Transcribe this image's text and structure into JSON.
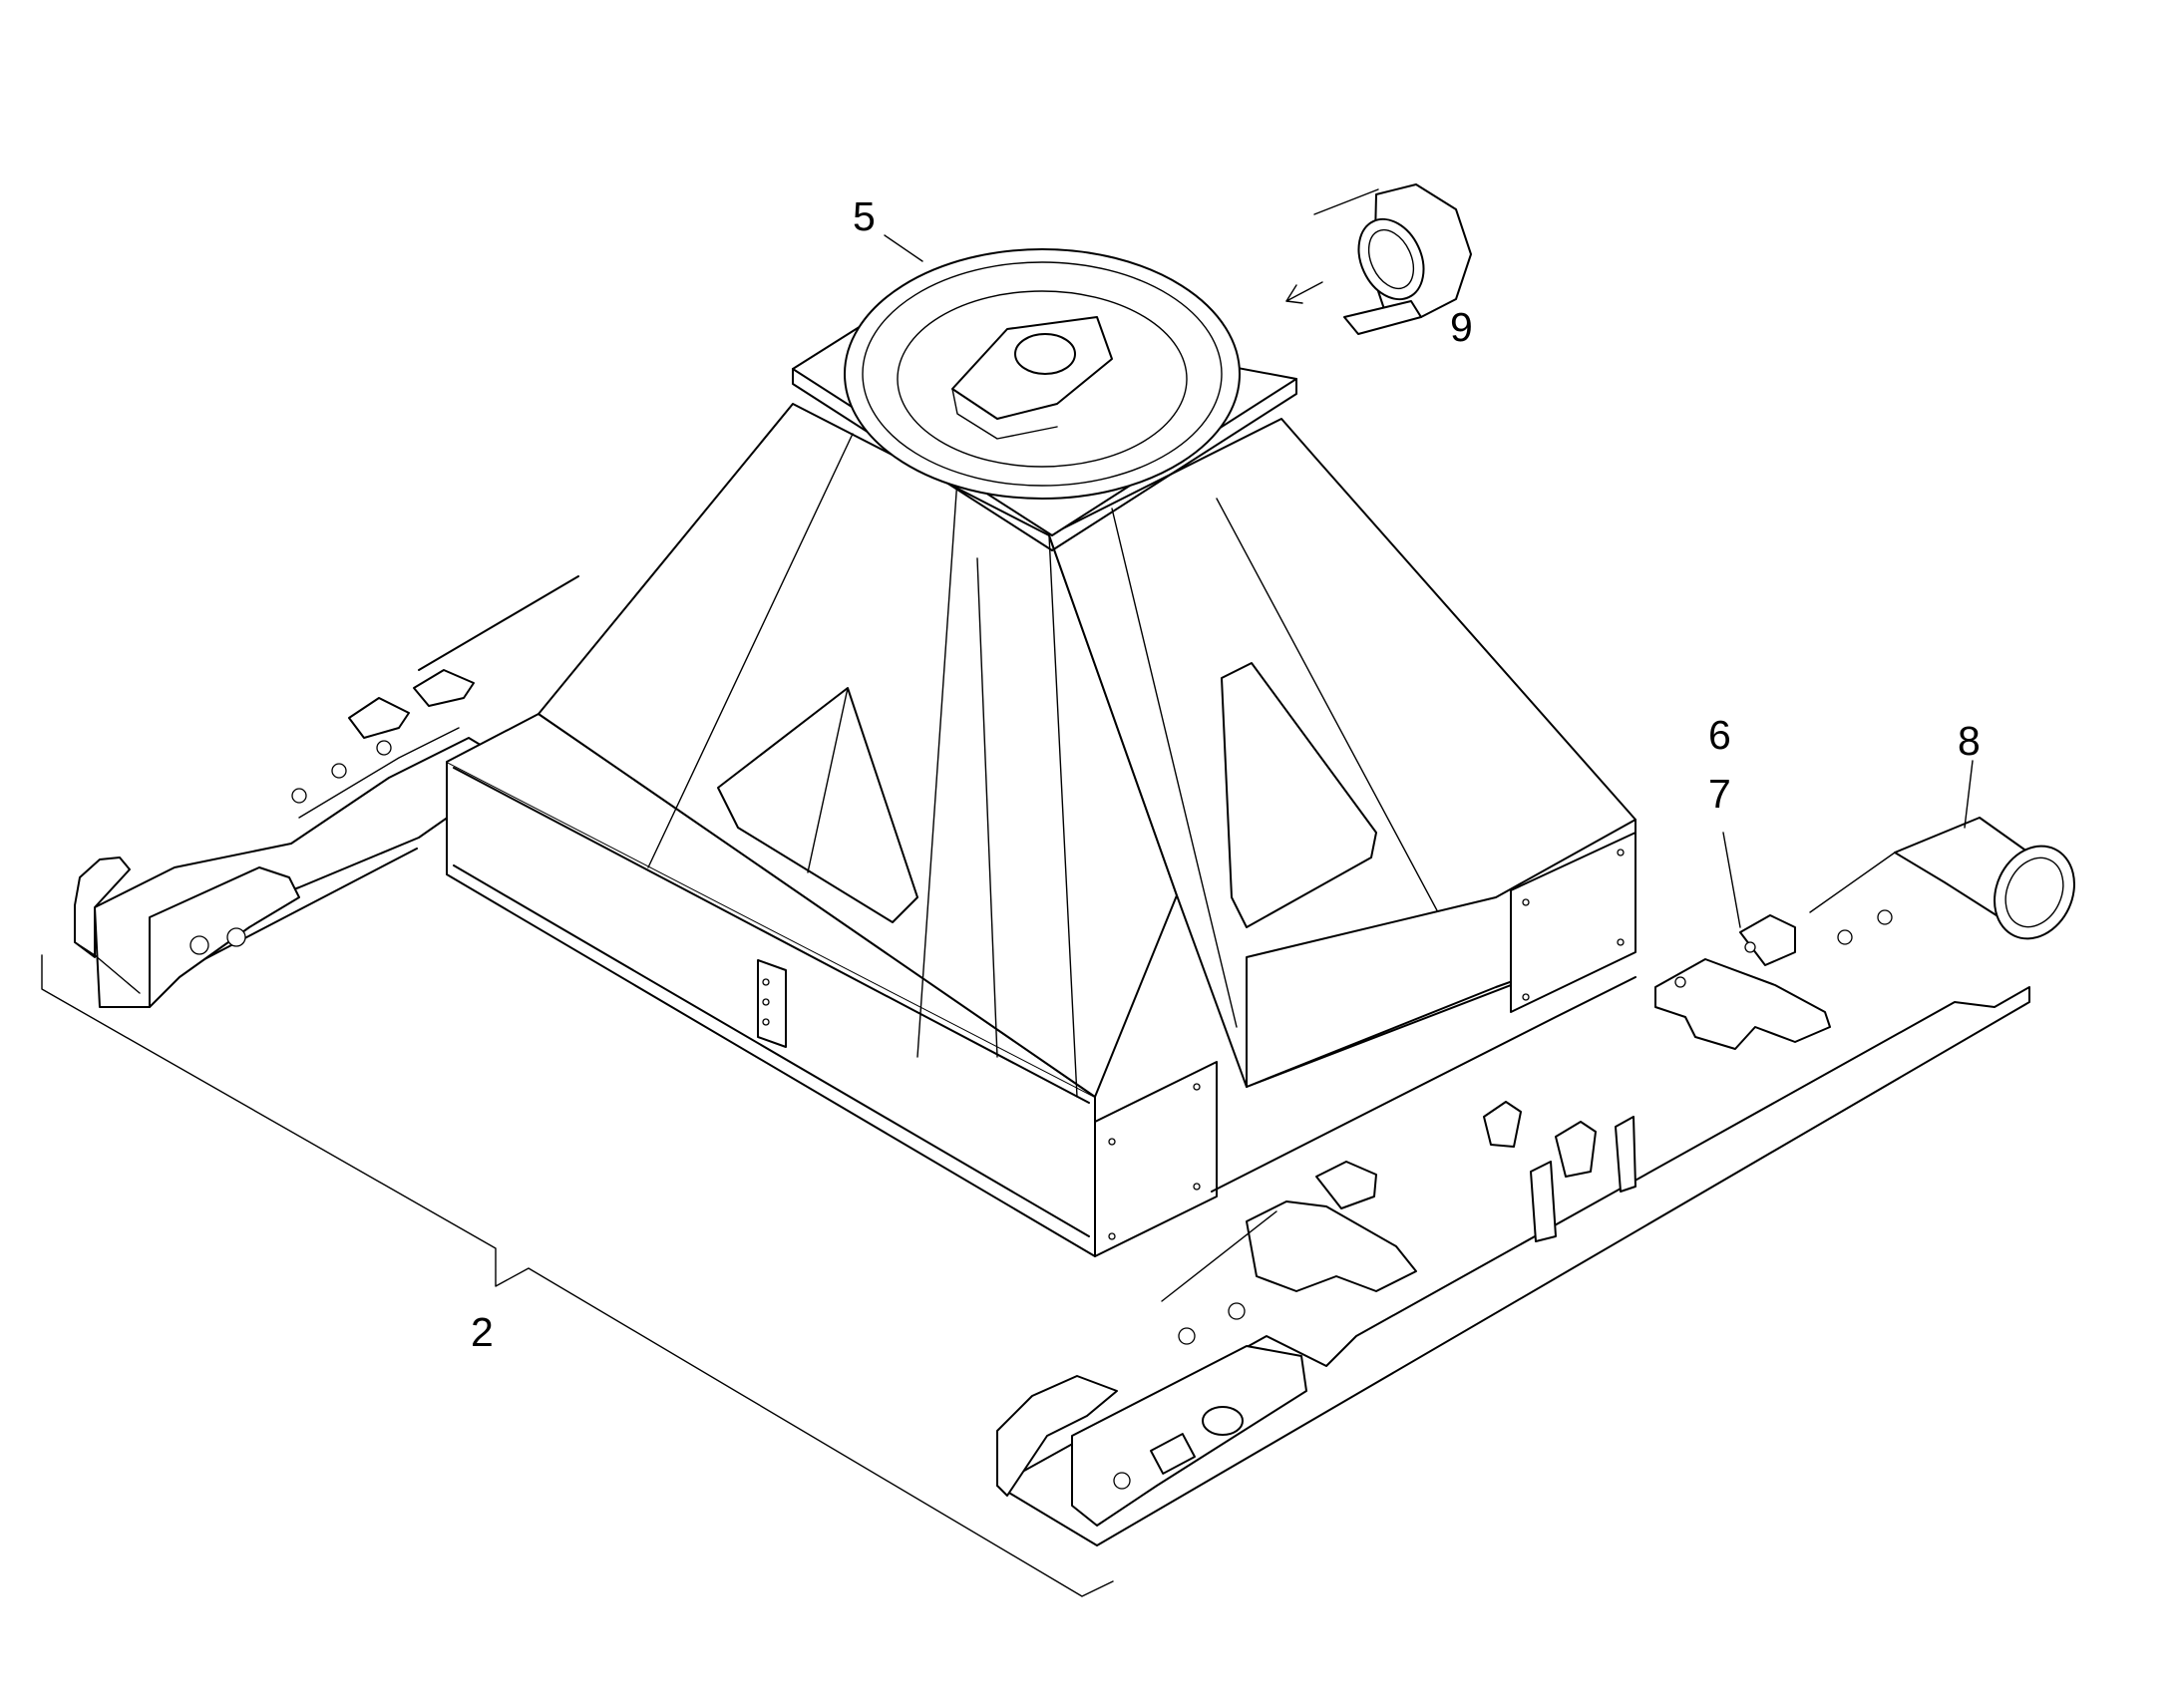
{
  "callouts": {
    "c2": "2",
    "c5": "5",
    "c6": "6",
    "c7": "7",
    "c8": "8",
    "c9": "9"
  },
  "colors": {
    "stroke": "#000000",
    "background": "#ffffff"
  }
}
